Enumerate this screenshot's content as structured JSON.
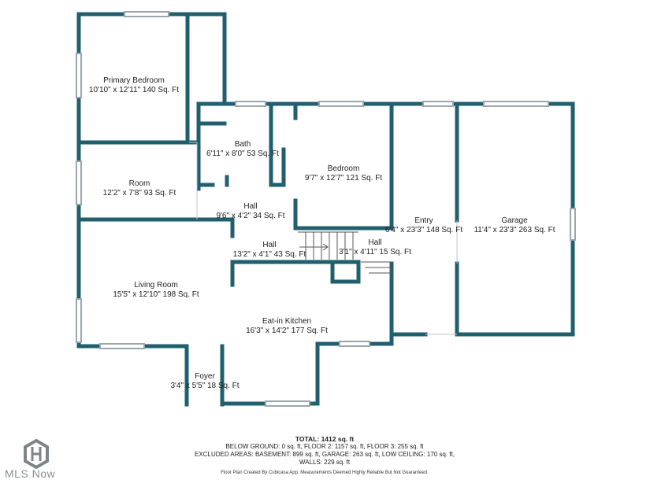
{
  "rooms": [
    {
      "name": "Primary Bedroom",
      "dims": "10'10\" x 12'11\" 140 Sq. Ft"
    },
    {
      "name": "Room",
      "dims": "12'2\" x 7'8\" 93 Sq. Ft"
    },
    {
      "name": "Bath",
      "dims": "6'11\" x 8'0\" 53 Sq. Ft"
    },
    {
      "name": "Bedroom",
      "dims": "9'7\" x 12'7\" 121 Sq. Ft"
    },
    {
      "name": "Hall",
      "dims": "9'6\" x 4'2\" 34 Sq. Ft"
    },
    {
      "name": "Entry",
      "dims": "6'4\" x 23'3\" 148 Sq. Ft"
    },
    {
      "name": "Garage",
      "dims": "11'4\" x 23'3\" 263 Sq. Ft"
    },
    {
      "name": "Hall",
      "dims": "13'2\" x 4'1\" 43 Sq. Ft"
    },
    {
      "name": "Hall",
      "dims": "3'1\" x 4'11\" 15 Sq. Ft"
    },
    {
      "name": "Living Room",
      "dims": "15'5\" x 12'10\" 198 Sq. Ft"
    },
    {
      "name": "Eat-in Kitchen",
      "dims": "16'3\" x 14'2\" 177 Sq. Ft"
    },
    {
      "name": "Foyer",
      "dims": "3'4\" x 5'5\" 18 Sq. Ft"
    }
  ],
  "summary": {
    "total": "TOTAL: 1412 sq. ft",
    "floors": "BELOW GROUND: 0 sq. ft, FLOOR 2: 1157 sq. ft, FLOOR 3: 255 sq. ft",
    "excluded": "EXCLUDED AREAS: BASEMENT: 899 sq. ft, GARAGE: 263 sq. ft, LOW CEILING: 170 sq. ft,",
    "walls": "WALLS: 229 sq. ft"
  },
  "disclaimer": "Floor Plan Created By Cubicasa App. Measurements Deemed Highly Reliable But Not Guaranteed.",
  "logo": {
    "text": "MLS Now",
    "icon": "mls-now-logo-icon"
  },
  "colors": {
    "wall": "#1f5f6e",
    "window": "#9aa6ab",
    "label": "#222222"
  }
}
